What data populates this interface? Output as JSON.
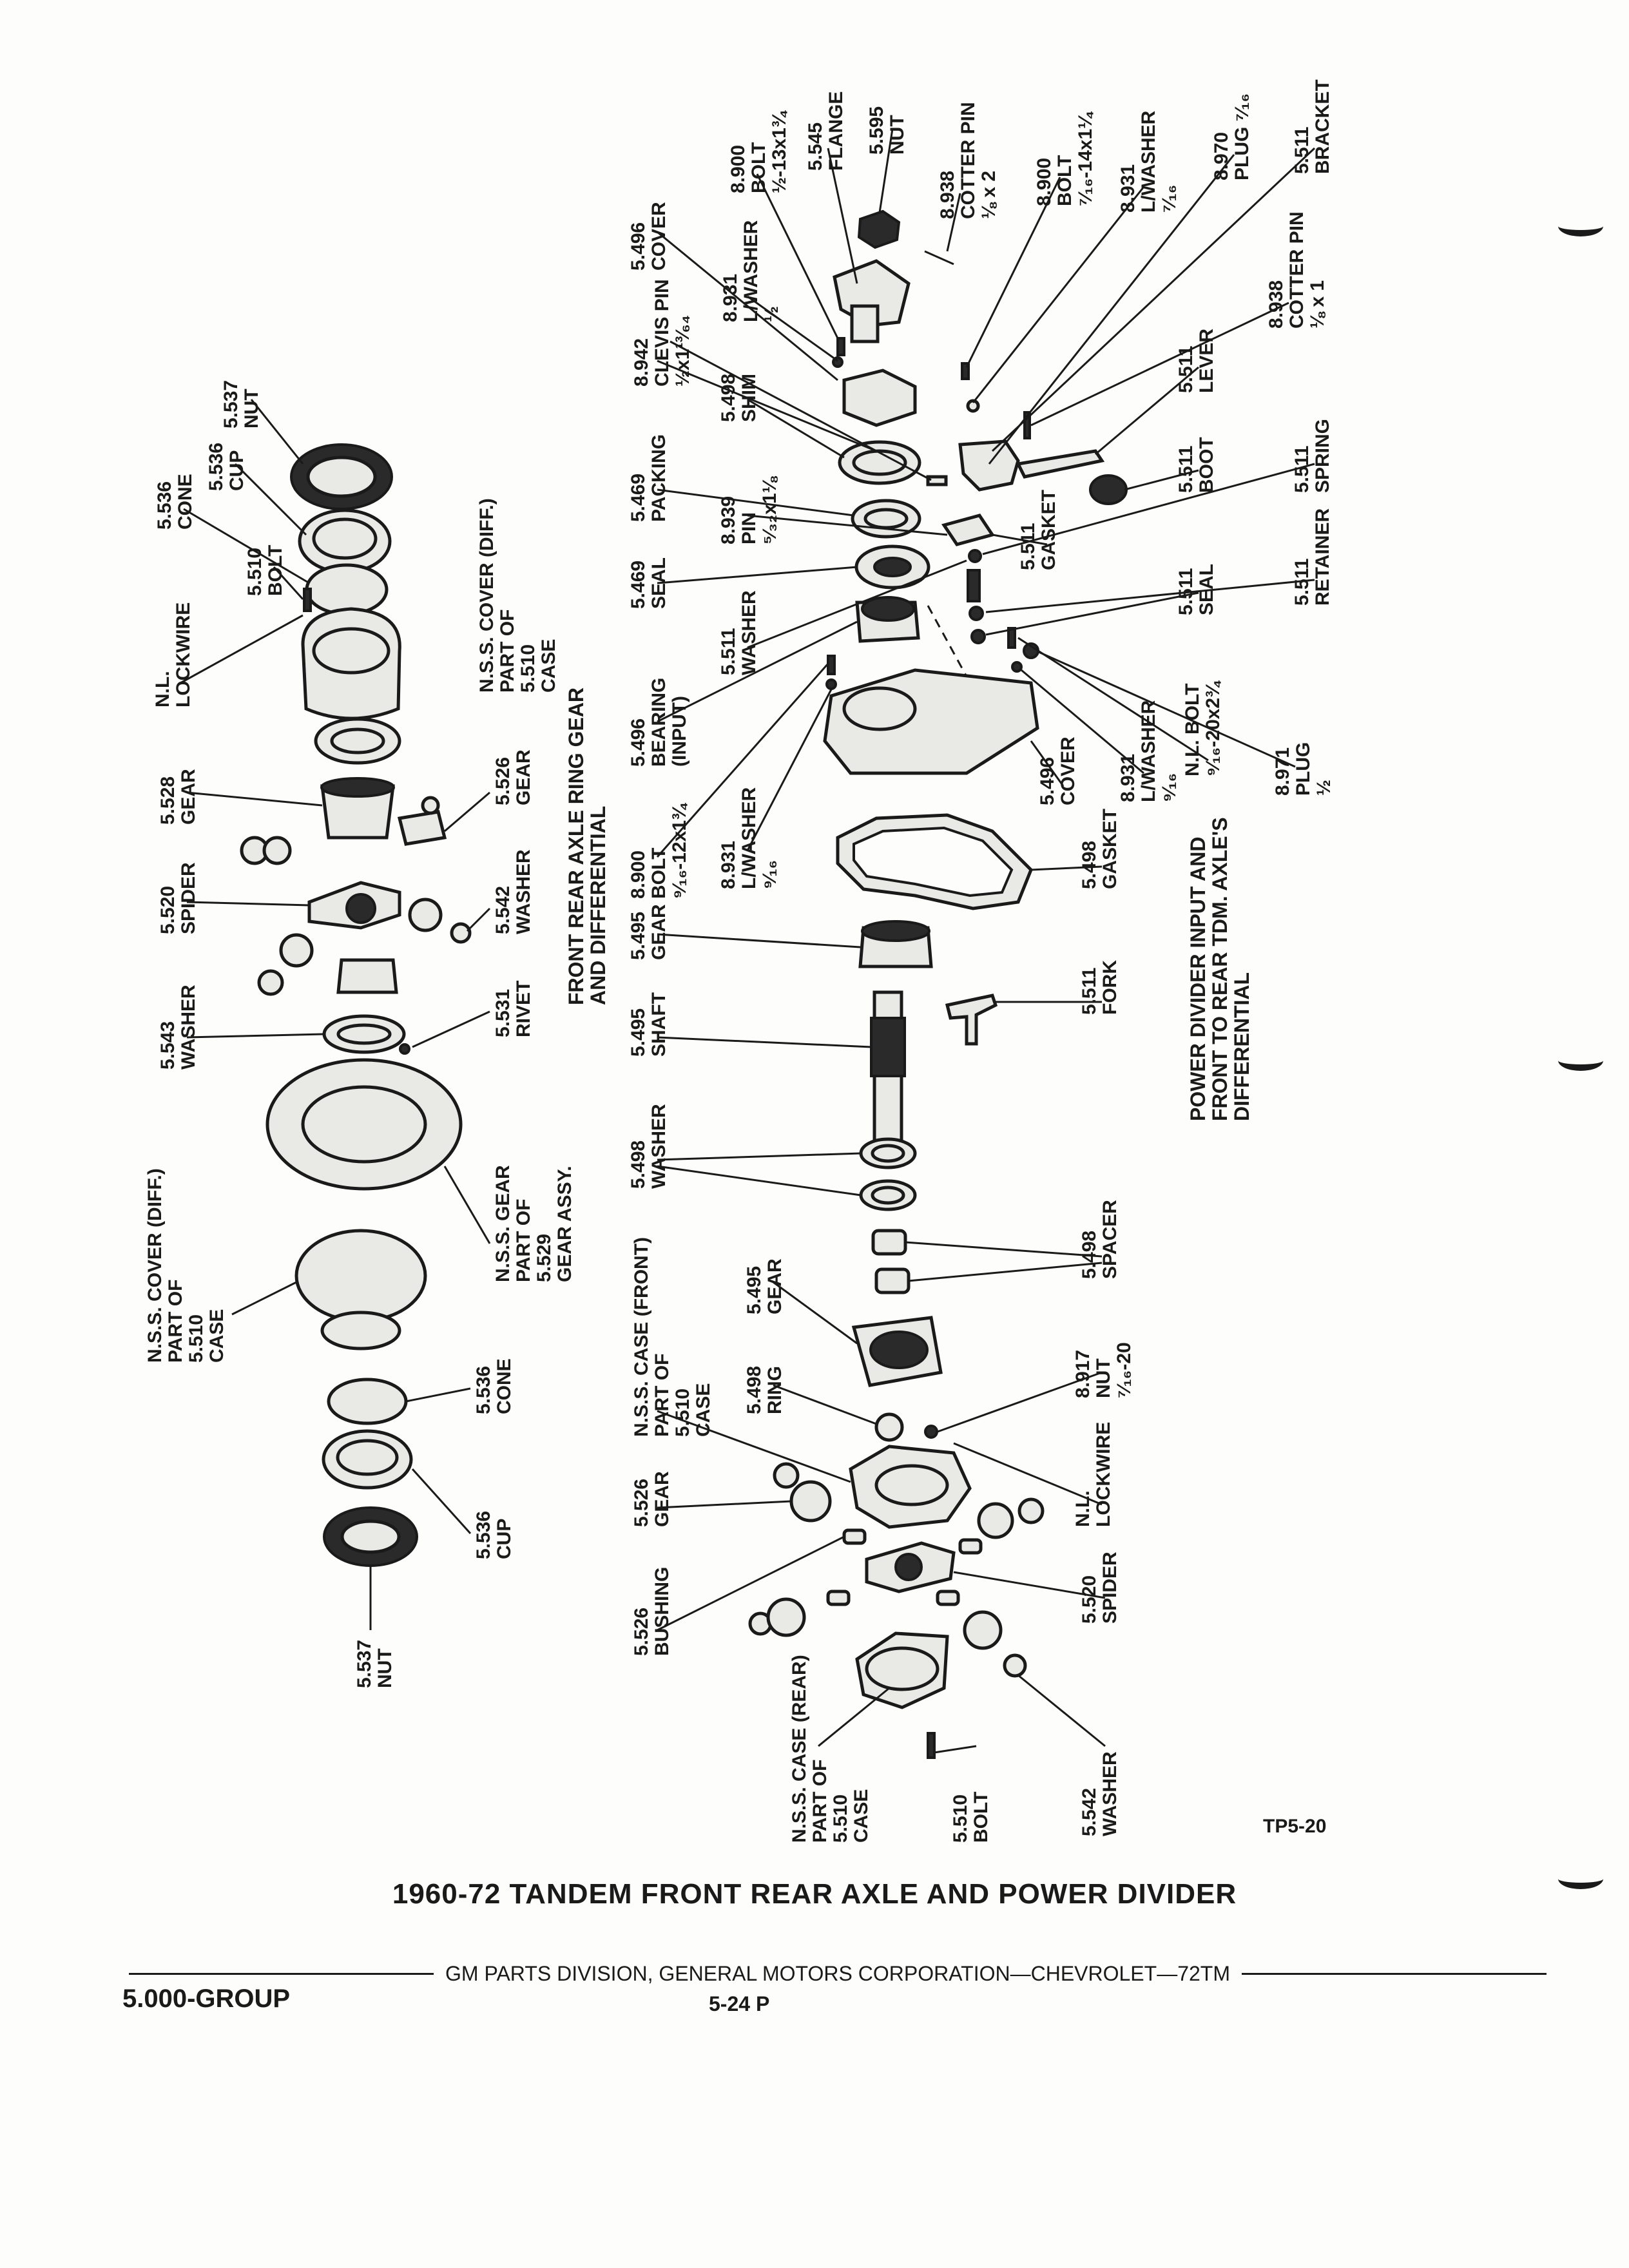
{
  "diagram": {
    "title": "1960-72 TANDEM FRONT REAR AXLE AND POWER DIVIDER",
    "division": "GM PARTS DIVISION, GENERAL MOTORS CORPORATION—CHEVROLET—72TM",
    "group": "5.000-GROUP",
    "page": "5-24 P",
    "ref_code": "TP5-20",
    "captions": {
      "front_axle": [
        "FRONT REAR AXLE RING GEAR",
        "AND DIFFERENTIAL"
      ],
      "power_divider": [
        "POWER DIVIDER INPUT AND",
        "FRONT TO REAR TDM. AXLE'S",
        "DIFFERENTIAL"
      ]
    },
    "callouts": [
      {
        "id": "nut-5537-top",
        "lines": [
          "5.537",
          "NUT"
        ]
      },
      {
        "id": "cup-5536-top",
        "lines": [
          "5.536",
          "CUP"
        ]
      },
      {
        "id": "cone-5536-top",
        "lines": [
          "5.536",
          "CONE"
        ]
      },
      {
        "id": "bolt-5510-top",
        "lines": [
          "5.510",
          "BOLT"
        ]
      },
      {
        "id": "lockwire-top",
        "lines": [
          "N.L.",
          "LOCKWIRE"
        ]
      },
      {
        "id": "nss-cover-diff-right",
        "lines": [
          "N.S.S. COVER (DIFF.)",
          "PART OF",
          "5.510",
          "CASE"
        ]
      },
      {
        "id": "gear-5528",
        "lines": [
          "5.528",
          "GEAR"
        ]
      },
      {
        "id": "gear-5526-upper",
        "lines": [
          "5.526",
          "GEAR"
        ]
      },
      {
        "id": "spider-5520-upper",
        "lines": [
          "5.520",
          "SPIDER"
        ]
      },
      {
        "id": "washer-5542-upper",
        "lines": [
          "5.542",
          "WASHER"
        ]
      },
      {
        "id": "washer-5543",
        "lines": [
          "5.543",
          "WASHER"
        ]
      },
      {
        "id": "rivet-5531",
        "lines": [
          "5.531",
          "RIVET"
        ]
      },
      {
        "id": "nss-gear-5529",
        "lines": [
          "N.S.S. GEAR",
          "PART OF",
          "5.529",
          "GEAR ASSY."
        ]
      },
      {
        "id": "nss-cover-diff-left",
        "lines": [
          "N.S.S. COVER (DIFF.)",
          "PART OF",
          "5.510",
          "CASE"
        ]
      },
      {
        "id": "cone-5536-bottom",
        "lines": [
          "5.536",
          "CONE"
        ]
      },
      {
        "id": "cup-5536-bottom",
        "lines": [
          "5.536",
          "CUP"
        ]
      },
      {
        "id": "nut-5537-bottom",
        "lines": [
          "5.537",
          "NUT"
        ]
      },
      {
        "id": "cover-5496-top",
        "lines": [
          "5.496",
          "COVER"
        ]
      },
      {
        "id": "lwasher-8931-half",
        "lines": [
          "8.931",
          "L/WASHER",
          "½"
        ]
      },
      {
        "id": "bolt-8900-half",
        "lines": [
          "8.900",
          "BOLT",
          "½-13x1¾"
        ]
      },
      {
        "id": "flange-5545",
        "lines": [
          "5.545",
          "FLANGE"
        ]
      },
      {
        "id": "nut-5595",
        "lines": [
          "5.595",
          "NUT"
        ]
      },
      {
        "id": "cotter-8938-2",
        "lines": [
          "8.938",
          "COTTER PIN",
          "⅛ x 2"
        ]
      },
      {
        "id": "bolt-8900-716",
        "lines": [
          "8.900",
          "BOLT",
          "⁷⁄₁₆-14x1¼"
        ]
      },
      {
        "id": "lwasher-8931-716",
        "lines": [
          "8.931",
          "L/WASHER",
          "⁷⁄₁₆"
        ]
      },
      {
        "id": "plug-8970",
        "lines": [
          "8.970",
          "PLUG ⁷⁄₁₆"
        ]
      },
      {
        "id": "bracket-5511",
        "lines": [
          "5.511",
          "BRACKET"
        ]
      },
      {
        "id": "clevis-8942",
        "lines": [
          "8.942",
          "CLEVIS PIN",
          "½x1¹³⁄₆₄"
        ]
      },
      {
        "id": "cotter-8938-1",
        "lines": [
          "8.938",
          "COTTER PIN",
          "⅛ x 1"
        ]
      },
      {
        "id": "shim-5498",
        "lines": [
          "5.498",
          "SHIM"
        ]
      },
      {
        "id": "lever-5511",
        "lines": [
          "5.511",
          "LEVER"
        ]
      },
      {
        "id": "packing-5469",
        "lines": [
          "5.469",
          "PACKING"
        ]
      },
      {
        "id": "pin-8939",
        "lines": [
          "8.939",
          "PIN",
          "⁵⁄₃₂x1⅛"
        ]
      },
      {
        "id": "boot-5511",
        "lines": [
          "5.511",
          "BOOT"
        ]
      },
      {
        "id": "gasket-5511",
        "lines": [
          "5.511",
          "GASKET"
        ]
      },
      {
        "id": "spring-5511",
        "lines": [
          "5.511",
          "SPRING"
        ]
      },
      {
        "id": "seal-5469",
        "lines": [
          "5.469",
          "SEAL"
        ]
      },
      {
        "id": "washer-5511",
        "lines": [
          "5.511",
          "WASHER"
        ]
      },
      {
        "id": "retainer-5511",
        "lines": [
          "5.511",
          "RETAINER"
        ]
      },
      {
        "id": "seal-5511",
        "lines": [
          "5.511",
          "SEAL"
        ]
      },
      {
        "id": "bearing-5496",
        "lines": [
          "5.496",
          "BEARING",
          "(INPUT)"
        ]
      },
      {
        "id": "cover-5496-main",
        "lines": [
          "5.496",
          "COVER"
        ]
      },
      {
        "id": "lwasher-8931-916-right",
        "lines": [
          "8.931",
          "L/WASHER",
          "⁹⁄₁₆"
        ]
      },
      {
        "id": "bolt-nl-916",
        "lines": [
          "N.L. BOLT",
          "⁹⁄₁₆-20x2¾"
        ]
      },
      {
        "id": "plug-8971",
        "lines": [
          "8.971",
          "PLUG",
          "½"
        ]
      },
      {
        "id": "bolt-8900-916",
        "lines": [
          "8.900",
          "BOLT",
          "⁹⁄₁₆-12x1¾"
        ]
      },
      {
        "id": "lwasher-8931-916-left",
        "lines": [
          "8.931",
          "L/WASHER",
          "⁹⁄₁₆"
        ]
      },
      {
        "id": "gasket-5498",
        "lines": [
          "5.498",
          "GASKET"
        ]
      },
      {
        "id": "gear-5495-upper",
        "lines": [
          "5.495",
          "GEAR"
        ]
      },
      {
        "id": "fork-5511",
        "lines": [
          "5.511",
          "FORK"
        ]
      },
      {
        "id": "shaft-5495",
        "lines": [
          "5.495",
          "SHAFT"
        ]
      },
      {
        "id": "washer-5498",
        "lines": [
          "5.498",
          "WASHER"
        ]
      },
      {
        "id": "spacer-5498",
        "lines": [
          "5.498",
          "SPACER"
        ]
      },
      {
        "id": "gear-5495-lower",
        "lines": [
          "5.495",
          "GEAR"
        ]
      },
      {
        "id": "nss-case-front",
        "lines": [
          "N.S.S. CASE (FRONT)",
          "PART OF",
          "5.510",
          "CASE"
        ]
      },
      {
        "id": "ring-5498",
        "lines": [
          "5.498",
          "RING"
        ]
      },
      {
        "id": "nut-8917",
        "lines": [
          "8.917",
          "NUT",
          "⁷⁄₁₆-20"
        ]
      },
      {
        "id": "lockwire-bottom",
        "lines": [
          "N.L.",
          "LOCKWIRE"
        ]
      },
      {
        "id": "gear-5526-lower",
        "lines": [
          "5.526",
          "GEAR"
        ]
      },
      {
        "id": "bushing-5526",
        "lines": [
          "5.526",
          "BUSHING"
        ]
      },
      {
        "id": "spider-5520-lower",
        "lines": [
          "5.520",
          "SPIDER"
        ]
      },
      {
        "id": "nss-case-rear",
        "lines": [
          "N.S.S. CASE (REAR)",
          "PART OF",
          "5.510",
          "CASE"
        ]
      },
      {
        "id": "bolt-5510-bottom",
        "lines": [
          "5.510",
          "BOLT"
        ]
      },
      {
        "id": "washer-5542-lower",
        "lines": [
          "5.542",
          "WASHER"
        ]
      }
    ]
  }
}
